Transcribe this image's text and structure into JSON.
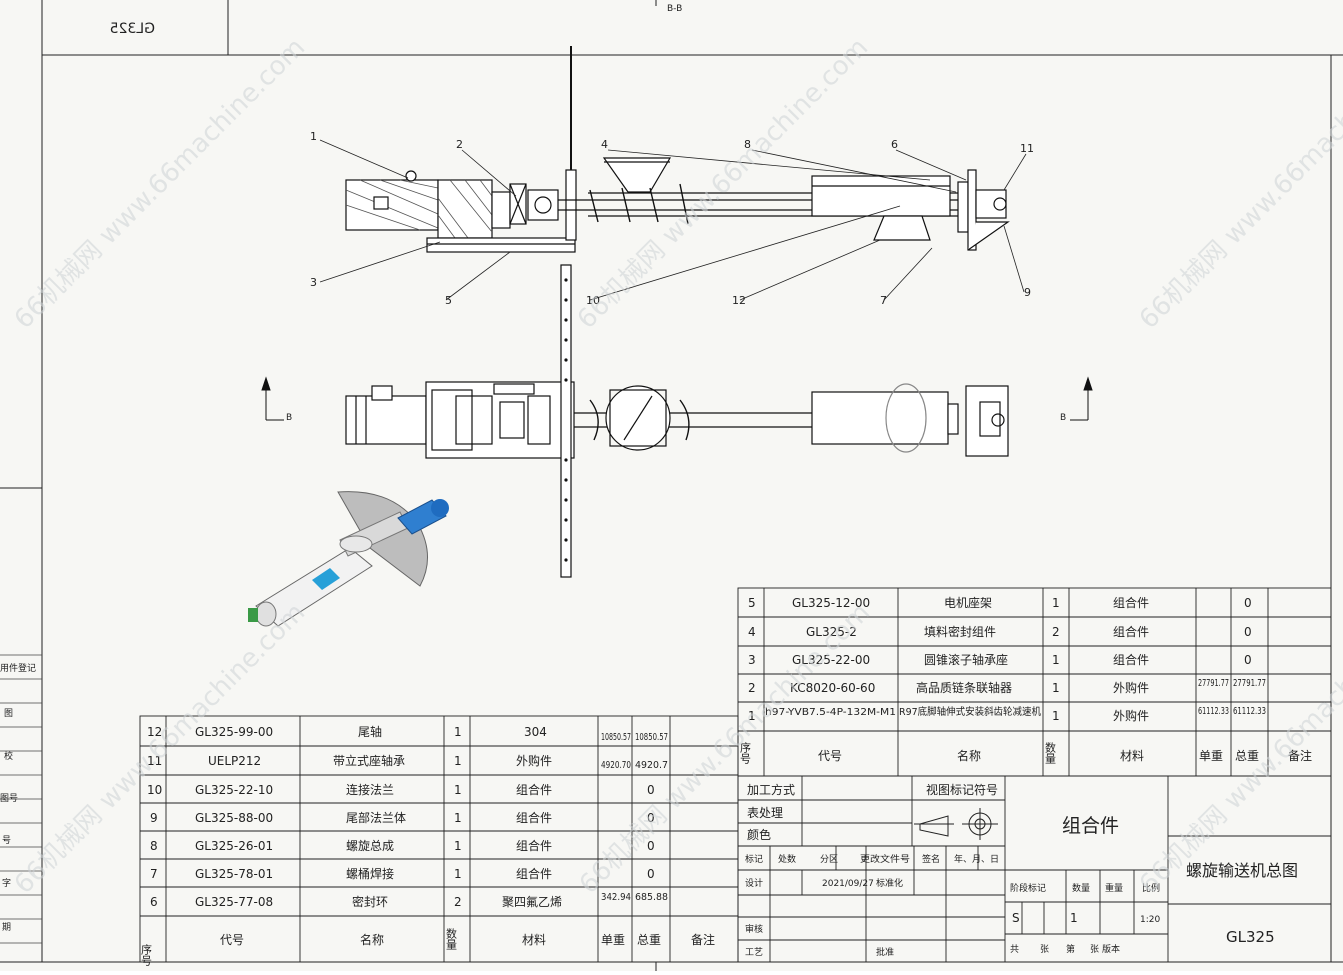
{
  "sheet": {
    "top_label": "B-B",
    "mirror_code": "GL325",
    "section_marker": "B"
  },
  "watermarks": [
    "66机械网 www.66machine.com",
    "66机械网 www.66machine.com",
    "66机械网 www.66machine.com",
    "66机械网 www.66machine.com",
    "66机械网 www.66machine.com",
    "66机械网 www.66machine.com",
    "66机械网 www.66m"
  ],
  "left_strip": [
    "用件登记",
    "图",
    "校",
    "图号",
    "号",
    "字",
    "期"
  ],
  "balloons": [
    "1",
    "2",
    "3",
    "4",
    "5",
    "6",
    "7",
    "8",
    "9",
    "10",
    "11",
    "12"
  ],
  "bom_headers": {
    "seq": "序号",
    "code": "代号",
    "name": "名称",
    "qty": "数量",
    "material": "材料",
    "unit_weight": "单重",
    "total_weight": "总重",
    "remark": "备注"
  },
  "bom_left": [
    {
      "seq": "12",
      "code": "GL325-99-00",
      "name": "尾轴",
      "qty": "1",
      "material": "304",
      "unit_weight": "10850.57",
      "total_weight": "10850.57",
      "remark": ""
    },
    {
      "seq": "11",
      "code": "UELP212",
      "name": "带立式座轴承",
      "qty": "1",
      "material": "外购件",
      "unit_weight": "4920.70",
      "total_weight": "4920.7",
      "remark": ""
    },
    {
      "seq": "10",
      "code": "GL325-22-10",
      "name": "连接法兰",
      "qty": "1",
      "material": "组合件",
      "unit_weight": "",
      "total_weight": "0",
      "remark": ""
    },
    {
      "seq": "9",
      "code": "GL325-88-00",
      "name": "尾部法兰体",
      "qty": "1",
      "material": "组合件",
      "unit_weight": "",
      "total_weight": "0",
      "remark": ""
    },
    {
      "seq": "8",
      "code": "GL325-26-01",
      "name": "螺旋总成",
      "qty": "1",
      "material": "组合件",
      "unit_weight": "",
      "total_weight": "0",
      "remark": ""
    },
    {
      "seq": "7",
      "code": "GL325-78-01",
      "name": "螺桶焊接",
      "qty": "1",
      "material": "组合件",
      "unit_weight": "",
      "total_weight": "0",
      "remark": ""
    },
    {
      "seq": "6",
      "code": "GL325-77-08",
      "name": "密封环",
      "qty": "2",
      "material": "聚四氟乙烯",
      "unit_weight": "342.94",
      "total_weight": "685.88",
      "remark": ""
    }
  ],
  "bom_right": [
    {
      "seq": "5",
      "code": "GL325-12-00",
      "name": "电机座架",
      "qty": "1",
      "material": "组合件",
      "unit_weight": "",
      "total_weight": "0",
      "remark": ""
    },
    {
      "seq": "4",
      "code": "GL325-2",
      "name": "填料密封组件",
      "qty": "2",
      "material": "组合件",
      "unit_weight": "",
      "total_weight": "0",
      "remark": ""
    },
    {
      "seq": "3",
      "code": "GL325-22-00",
      "name": "圆锥滚子轴承座",
      "qty": "1",
      "material": "组合件",
      "unit_weight": "",
      "total_weight": "0",
      "remark": ""
    },
    {
      "seq": "2",
      "code": "KC8020-60-60",
      "name": "高品质链条联轴器",
      "qty": "1",
      "material": "外购件",
      "unit_weight": "27791.77",
      "total_weight": "27791.77",
      "remark": ""
    },
    {
      "seq": "1",
      "code": "h97-YVB7.5-4P-132M-M1",
      "name": "R97底脚轴伸式安装斜齿轮减速机",
      "qty": "1",
      "material": "外购件",
      "unit_weight": "61112.33",
      "total_weight": "61112.33",
      "remark": ""
    }
  ],
  "title_block": {
    "processing": "加工方式",
    "surface": "表处理",
    "color": "颜色",
    "view_symbol": "视图标记符号",
    "assembly": "组合件",
    "drawing_title": "螺旋输送机总图",
    "drawing_code": "GL325",
    "sign_row": [
      "标记",
      "处数",
      "分区",
      "更改文件号",
      "签名",
      "年、月、日"
    ],
    "design": "设计",
    "date": "2021/09/27",
    "standardize": "标准化",
    "review": "审核",
    "process": "工艺",
    "approve": "批准",
    "stage_headers": [
      "阶段标记",
      "数量",
      "重量",
      "比例"
    ],
    "stage": "S",
    "quantity": "1",
    "scale": "1:20",
    "sheet_info": [
      "共",
      "张",
      "第",
      "张",
      "版本"
    ]
  }
}
